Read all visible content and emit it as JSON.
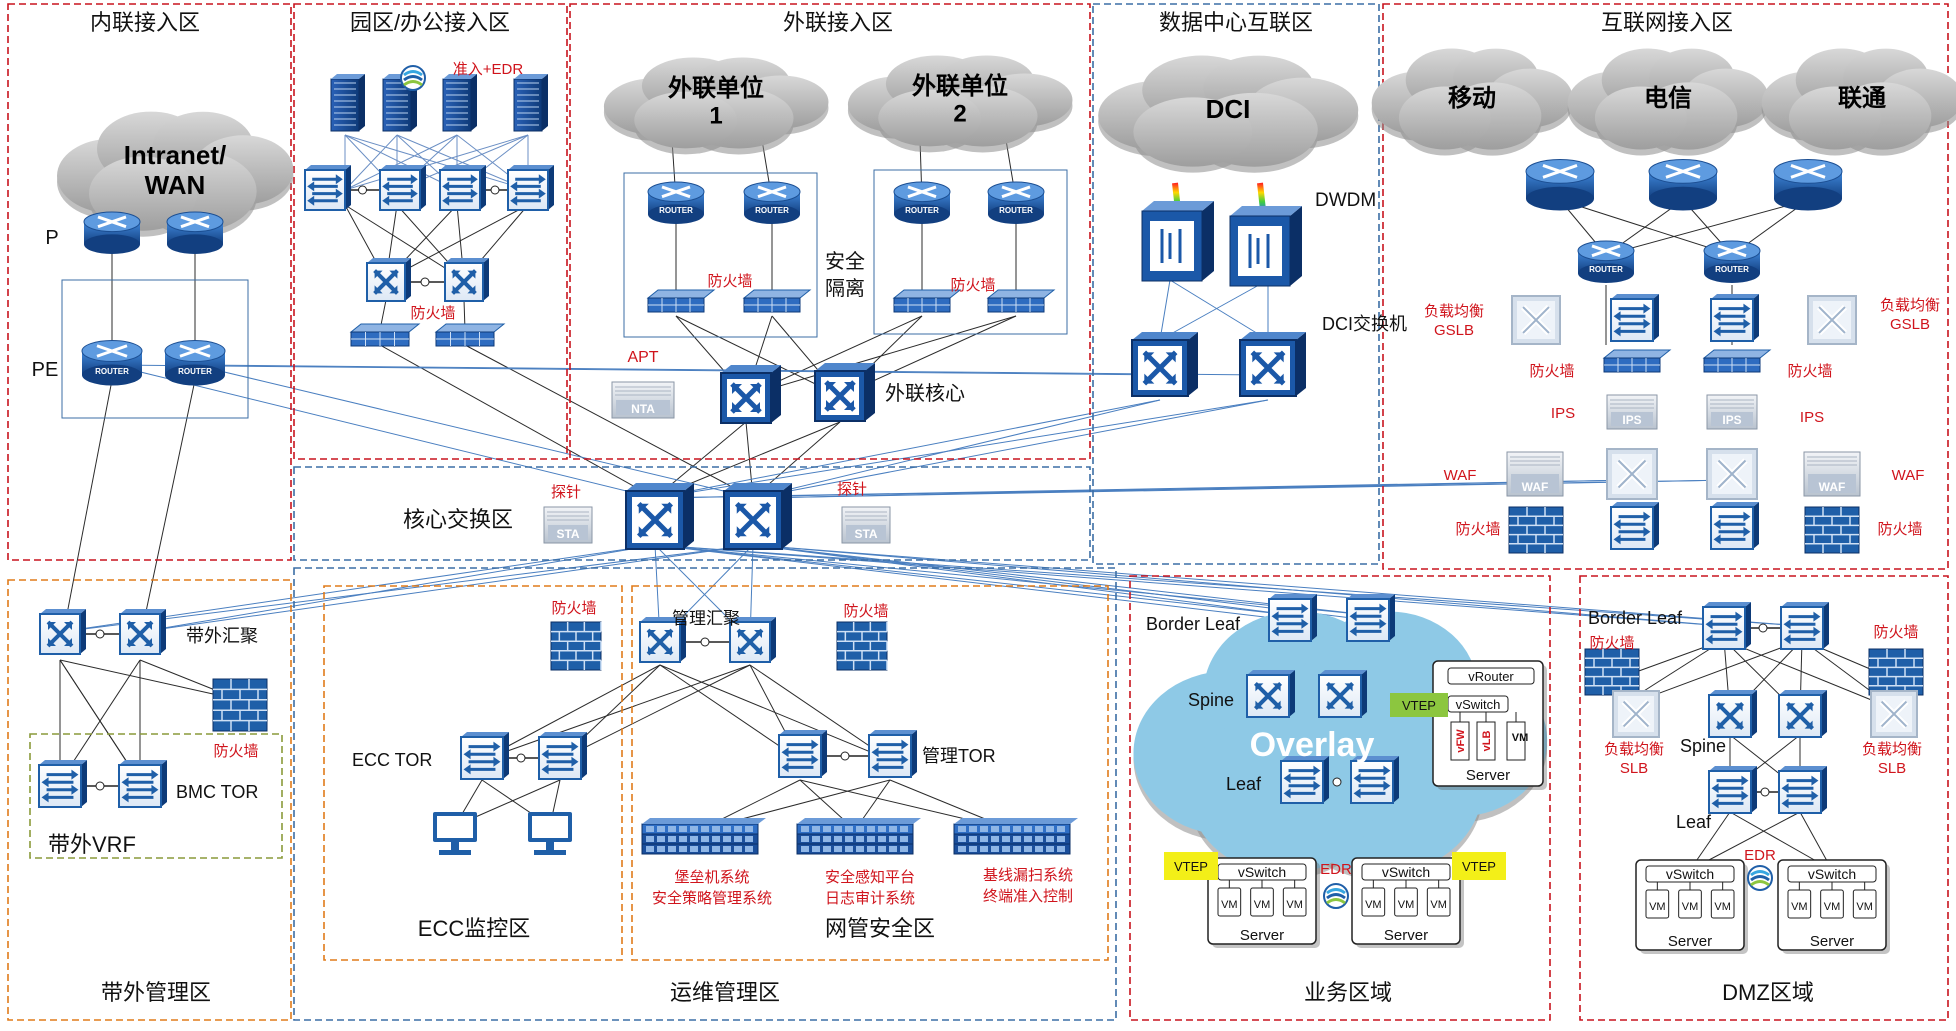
{
  "zones": {
    "intranet": "内联接入区",
    "campus": "园区/办公接入区",
    "extranet": "外联接入区",
    "dci_zone": "数据中心互联区",
    "internet": "互联网接入区",
    "core": "核心交换区",
    "oob": "带外管理区",
    "ops": "运维管理区",
    "ecc": "ECC监控区",
    "nms": "网管安全区",
    "business": "业务区域",
    "dmz": "DMZ区域",
    "oob_vrf": "带外VRF"
  },
  "clouds": {
    "intranet_wan": "Intranet/\nWAN",
    "ext_unit_1": "外联单位\n1",
    "ext_unit_2": "外联单位\n2",
    "dci": "DCI",
    "mobile": "移动",
    "telecom": "电信",
    "unicom": "联通",
    "overlay": "Overlay"
  },
  "labels": {
    "p": "P",
    "pe": "PE",
    "access_edr": "准入+EDR",
    "firewall": "防火墙",
    "security_isolation": "安全\n隔离",
    "apt": "APT",
    "nta": "NTA",
    "ext_core": "外联核心",
    "dwdm": "DWDM",
    "dci_switch": "DCI交换机",
    "lb_gslb": "负载均衡\nGSLB",
    "ips": "IPS",
    "waf": "WAF",
    "probe": "探针",
    "sta": "STA",
    "oob_agg": "带外汇聚",
    "bmc_tor": "BMC TOR",
    "mgmt_agg": "管理汇聚",
    "ecc_tor": "ECC TOR",
    "mgmt_tor": "管理TOR",
    "bastion": "堡垒机系统\n安全策略管理系统",
    "sec_aware": "安全感知平台\n日志审计系统",
    "baseline": "基线漏扫系统\n终端准入控制",
    "border_leaf": "Border Leaf",
    "spine": "Spine",
    "leaf": "Leaf",
    "vrouter": "vRouter",
    "vswitch": "vSwitch",
    "vtep": "VTEP",
    "vfw": "vFW",
    "vlb": "vLB",
    "vm": "VM",
    "server": "Server",
    "edr": "EDR",
    "lb_slb": "负载均衡\nSLB",
    "router": "ROUTER"
  },
  "colors": {
    "zone_red": "#c8141e",
    "zone_blue": "#3b6ea5",
    "zone_orange": "#e07b1a",
    "zone_olive": "#8a9a3a",
    "device_blue": "#1f5fa8",
    "red_text": "#d0141c",
    "cloud_gray": "#c9c9c9",
    "overlay_blue": "#8ec9e6",
    "vtep_yellow": "#f3ef18",
    "vtep_green": "#8cc63f"
  },
  "icons": [
    "router-icon",
    "switch-icon",
    "core-switch-icon",
    "firewall-icon",
    "server-rack-icon",
    "cloud-icon",
    "computer-icon",
    "edr-icon",
    "dwdm-icon"
  ]
}
